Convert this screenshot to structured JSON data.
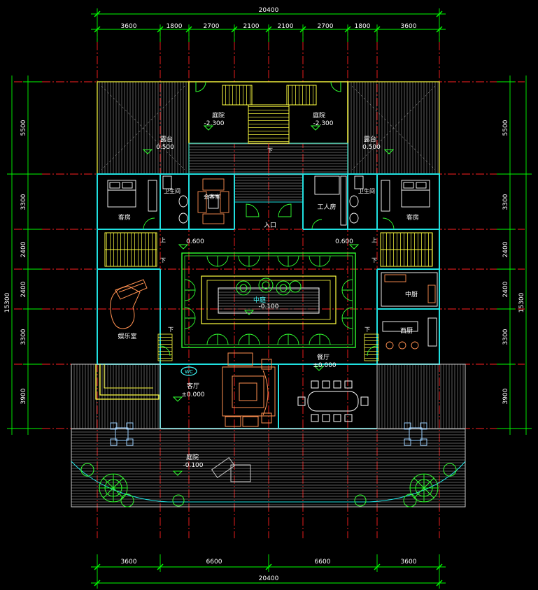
{
  "dimensions": {
    "top_total": "20400",
    "top_segments": [
      "3600",
      "1800",
      "2700",
      "2100",
      "2100",
      "2700",
      "1800",
      "3600"
    ],
    "bottom_total": "20400",
    "bottom_segments": [
      "3600",
      "6600",
      "6600",
      "3600"
    ],
    "left_total": "15300",
    "left_segments": [
      "5500",
      "3300",
      "2400",
      "2400",
      "3300",
      "3900"
    ],
    "right_total": "15300",
    "right_segments": [
      "5500",
      "3300",
      "2400",
      "2400",
      "3300",
      "3900"
    ]
  },
  "rooms": {
    "courtyard_left": "庭院",
    "courtyard_left_level": "-2.300",
    "courtyard_right": "庭院",
    "courtyard_right_level": "-2.300",
    "terrace_left": "露台",
    "terrace_left_level": "0.500",
    "terrace_right": "露台",
    "terrace_right_level": "0.500",
    "down_center": "下",
    "guest_left": "客房",
    "bath_left": "卫生间",
    "reception": "会客室",
    "entrance": "入口",
    "servant": "工人房",
    "bath_right": "卫生间",
    "guest_right": "客房",
    "level_left": "0.600",
    "level_right": "0.600",
    "up_left": "上",
    "down_left": "下",
    "up_right": "上",
    "down_right": "下",
    "atrium": "中庭",
    "atrium_level": "-0.100",
    "chinese_kitchen": "中厨",
    "western_kitchen": "西厨",
    "entertainment": "娱乐室",
    "down_ent": "下",
    "down_kitchen": "下",
    "living": "客厅",
    "living_level": "±0.000",
    "dining": "餐厅",
    "dining_level": "±0.000",
    "patio": "庭院",
    "patio_level": "-0.100",
    "wc_badge": "WC"
  },
  "colors": {
    "background": "#000000",
    "dimension": "#00ff00",
    "axis": "#ff2020",
    "wall": "#20e0e0",
    "yellow": "#ffff40",
    "hatch": "#c8c8c8",
    "furniture": "#ff9050",
    "green": "#30ff30",
    "text": "#ffffff",
    "cyan_text": "#40ffff"
  },
  "icons": [
    "bed-icon",
    "sofa-set-icon",
    "dining-table-icon",
    "piano-icon",
    "tree-icon",
    "patio-table-icon",
    "stair-icon",
    "door-swing-icon"
  ]
}
